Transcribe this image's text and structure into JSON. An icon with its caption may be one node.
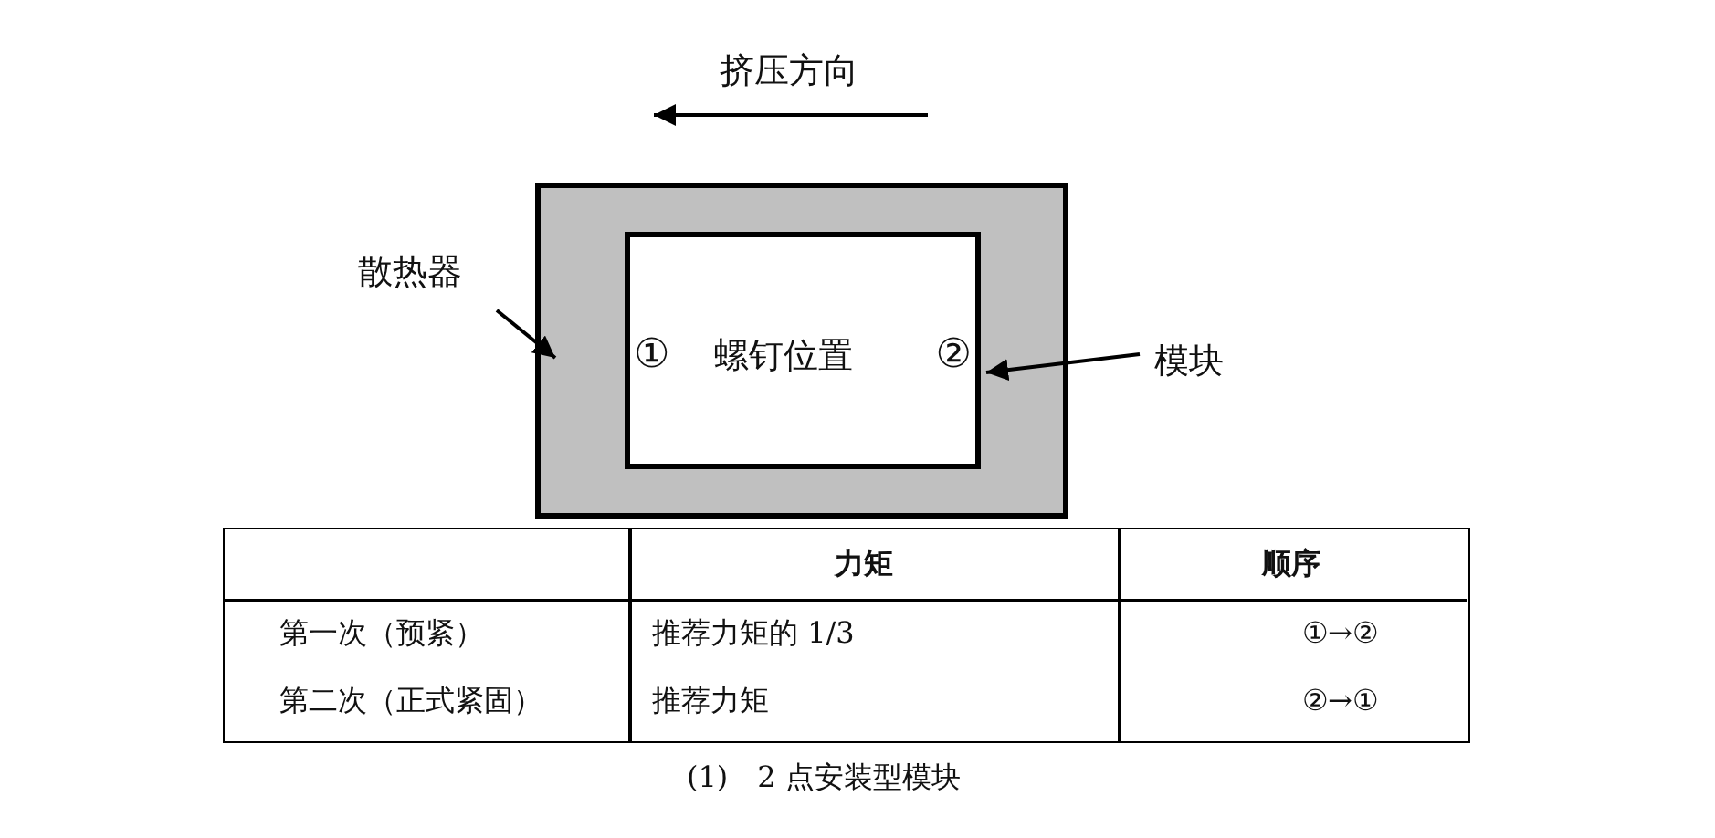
{
  "diagram": {
    "caption": "(1)　2 点安装型模块",
    "nodes": [
      {
        "text": [],
        "shape": "box"
      },
      {
        "text": [
          "①",
          "螺钉位置",
          "②"
        ],
        "in": 0
      },
      {
        "text": [
          "散热器"
        ]
      },
      {
        "text": [
          "模块"
        ]
      }
    ],
    "edges": [
      {
        "from": 2,
        "to": 0,
        "arrow": "to"
      },
      {
        "from": 3,
        "to": 1,
        "arrow": "to"
      }
    ],
    "labels": [
      "挤压方向",
      "力矩",
      "顺序",
      "第一次（预紧）",
      "推荐力矩的 1/3",
      "①→②",
      "第二次（正式紧固）",
      "推荐力矩",
      "②→①"
    ]
  }
}
